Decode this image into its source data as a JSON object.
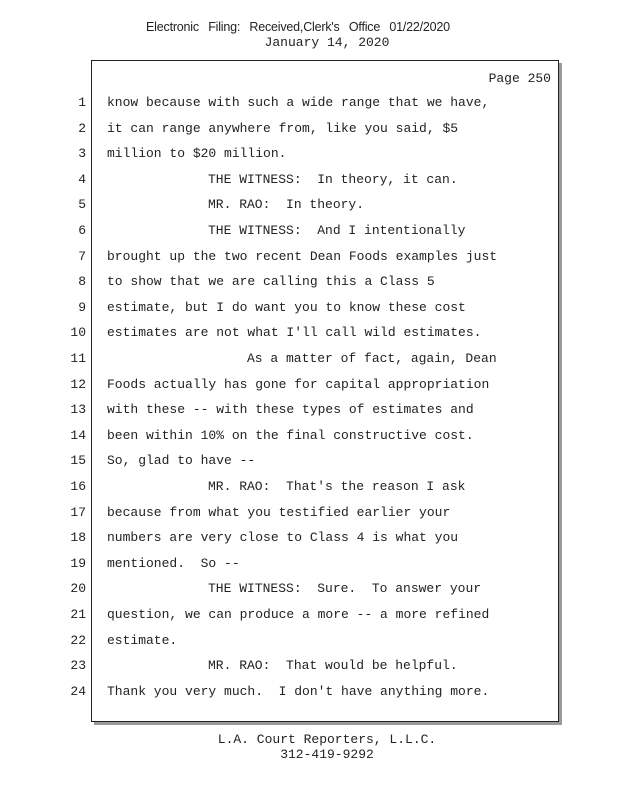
{
  "stamp": "Electronic Filing: Received,Clerk's Office 01/22/2020",
  "date": "January 14, 2020",
  "page_label": "Page 250",
  "lines": [
    {
      "num": "1",
      "text": "know because with such a wide range that we have,"
    },
    {
      "num": "2",
      "text": "it can range anywhere from, like you said, $5"
    },
    {
      "num": "3",
      "text": "million to $20 million."
    },
    {
      "num": "4",
      "text": "THE WITNESS:  In theory, it can."
    },
    {
      "num": "5",
      "text": "MR. RAO:  In theory."
    },
    {
      "num": "6",
      "text": "THE WITNESS:  And I intentionally"
    },
    {
      "num": "7",
      "text": "brought up the two recent Dean Foods examples just"
    },
    {
      "num": "8",
      "text": "to show that we are calling this a Class 5"
    },
    {
      "num": "9",
      "text": "estimate, but I do want you to know these cost"
    },
    {
      "num": "10",
      "text": "estimates are not what I'll call wild estimates."
    },
    {
      "num": "11",
      "text": "As a matter of fact, again, Dean"
    },
    {
      "num": "12",
      "text": "Foods actually has gone for capital appropriation"
    },
    {
      "num": "13",
      "text": "with these -- with these types of estimates and"
    },
    {
      "num": "14",
      "text": "been within 10% on the final constructive cost."
    },
    {
      "num": "15",
      "text": "So, glad to have --"
    },
    {
      "num": "16",
      "text": "MR. RAO:  That's the reason I ask"
    },
    {
      "num": "17",
      "text": "because from what you testified earlier your"
    },
    {
      "num": "18",
      "text": "numbers are very close to Class 4 is what you"
    },
    {
      "num": "19",
      "text": "mentioned.  So --"
    },
    {
      "num": "20",
      "text": "THE WITNESS:  Sure.  To answer your"
    },
    {
      "num": "21",
      "text": "question, we can produce a more -- a more refined"
    },
    {
      "num": "22",
      "text": "estimate."
    },
    {
      "num": "23",
      "text": "MR. RAO:  That would be helpful."
    },
    {
      "num": "24",
      "text": "Thank you very much.  I don't have anything more."
    }
  ],
  "footer": {
    "company": "L.A. Court Reporters, L.L.C.",
    "phone": "312-419-9292"
  }
}
